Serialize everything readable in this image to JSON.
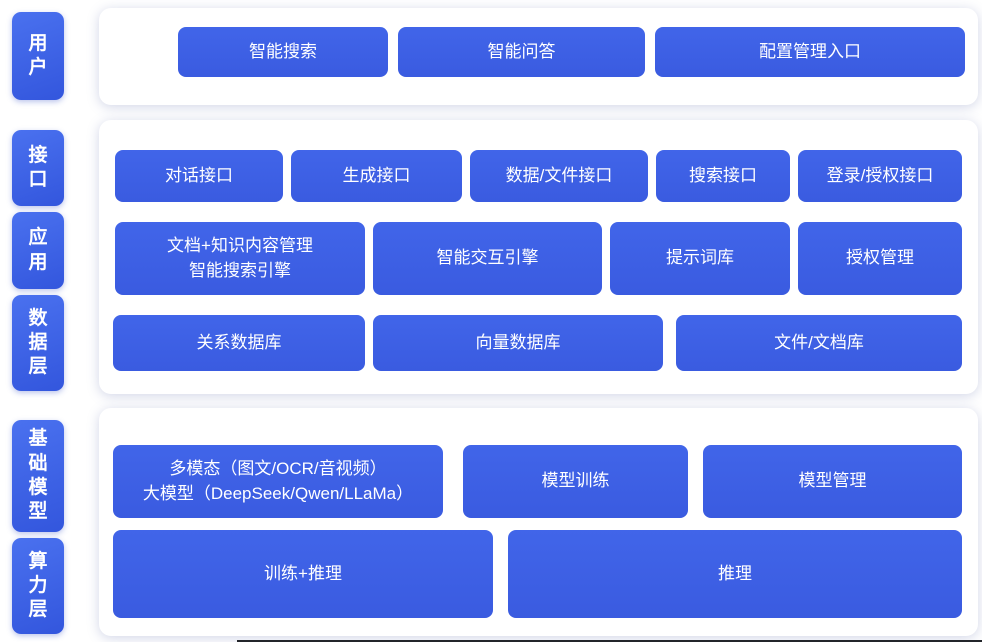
{
  "colors": {
    "accent": "#3d5fe3",
    "tab_gradient_start": "#4a71ef",
    "tab_gradient_end": "#3356dd",
    "panel_background": "#ffffff",
    "box_text": "#ffffff"
  },
  "sections": [
    {
      "name": "user-layer",
      "tabs": [
        {
          "label": "用户"
        }
      ],
      "rows": [
        {
          "boxes": [
            {
              "label": "智能搜索"
            },
            {
              "label": "智能问答"
            },
            {
              "label": "配置管理入口"
            }
          ]
        }
      ]
    },
    {
      "name": "application-stack",
      "tabs": [
        {
          "label": "接口"
        },
        {
          "label": "应用"
        },
        {
          "label": "数据层"
        }
      ],
      "rows": [
        {
          "boxes": [
            {
              "label": "对话接口"
            },
            {
              "label": "生成接口"
            },
            {
              "label": "数据/文件接口"
            },
            {
              "label": "搜索接口"
            },
            {
              "label": "登录/授权接口"
            }
          ]
        },
        {
          "boxes": [
            {
              "label": "文档+知识内容管理\n智能搜索引擎"
            },
            {
              "label": "智能交互引擎"
            },
            {
              "label": "提示词库"
            },
            {
              "label": "授权管理"
            }
          ]
        },
        {
          "boxes": [
            {
              "label": "关系数据库"
            },
            {
              "label": "向量数据库"
            },
            {
              "label": "文件/文档库"
            }
          ]
        }
      ]
    },
    {
      "name": "model-compute-stack",
      "tabs": [
        {
          "label": "基础模型"
        },
        {
          "label": "算力层"
        }
      ],
      "rows": [
        {
          "boxes": [
            {
              "label": "多模态（图文/OCR/音视频）\n大模型（DeepSeek/Qwen/LLaMa）"
            },
            {
              "label": "模型训练"
            },
            {
              "label": "模型管理"
            }
          ]
        },
        {
          "boxes": [
            {
              "label": "训练+推理"
            },
            {
              "label": "推理"
            }
          ]
        }
      ]
    }
  ]
}
